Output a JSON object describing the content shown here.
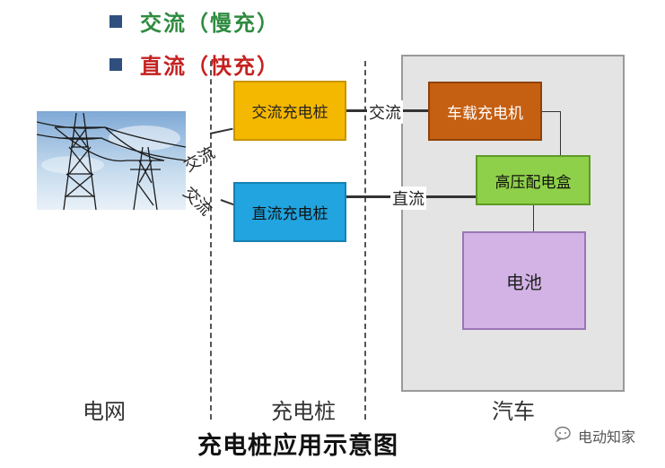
{
  "legend": {
    "ac_label": "交流（慢充）",
    "dc_label": "直流（快充）",
    "ac_color": "#2e8b3f",
    "dc_color": "#c62020"
  },
  "nodes": {
    "ac_pile": "交流充电桩",
    "dc_pile": "直流充电桩",
    "onboard_charger": "车载充电机",
    "hv_box": "高压配电盒",
    "battery": "电池"
  },
  "connections": {
    "grid_to_ac": "交流",
    "grid_to_dc": "交流",
    "ac_to_car": "交流",
    "dc_to_car": "直流"
  },
  "regions": {
    "grid": "电网",
    "pile": "充电桩",
    "car": "汽车"
  },
  "caption": "充电桩应用示意图",
  "watermark": "电动知家",
  "icons": {
    "bullet": "square-bullet-icon",
    "grid_image": "power-pylon-icon",
    "watermark": "chat-bubble-icon"
  },
  "colors": {
    "ac_pile": "#f5b800",
    "dc_pile": "#21a4df",
    "onboard_charger": "#c55f12",
    "hv_box": "#8fd04a",
    "battery": "#d3b3e6",
    "car_panel": "#e4e4e4"
  }
}
